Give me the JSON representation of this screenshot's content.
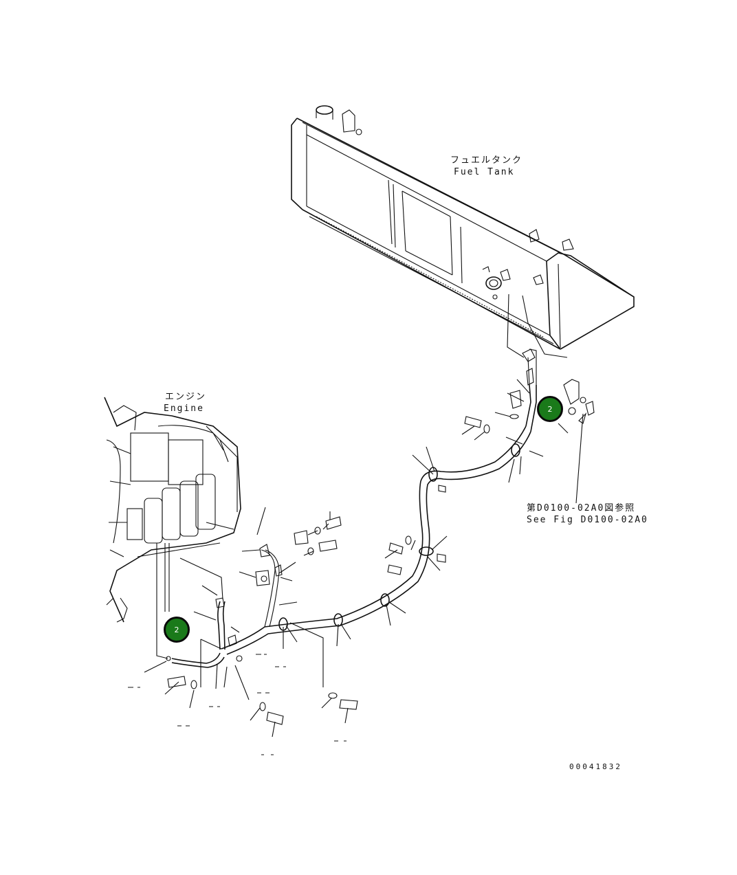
{
  "labels": {
    "fuel_tank_jp": "フュエルタンク",
    "fuel_tank_en": "Fuel Tank",
    "engine_jp": "エンジン",
    "engine_en": "Engine",
    "reference_jp": "第D0100-02A0図参照",
    "reference_en": "See Fig D0100-02A0",
    "figure_number": "00041832"
  },
  "callouts": [
    {
      "number": "2",
      "color": "#1a7a1a"
    },
    {
      "number": "2",
      "color": "#1a7a1a"
    }
  ]
}
